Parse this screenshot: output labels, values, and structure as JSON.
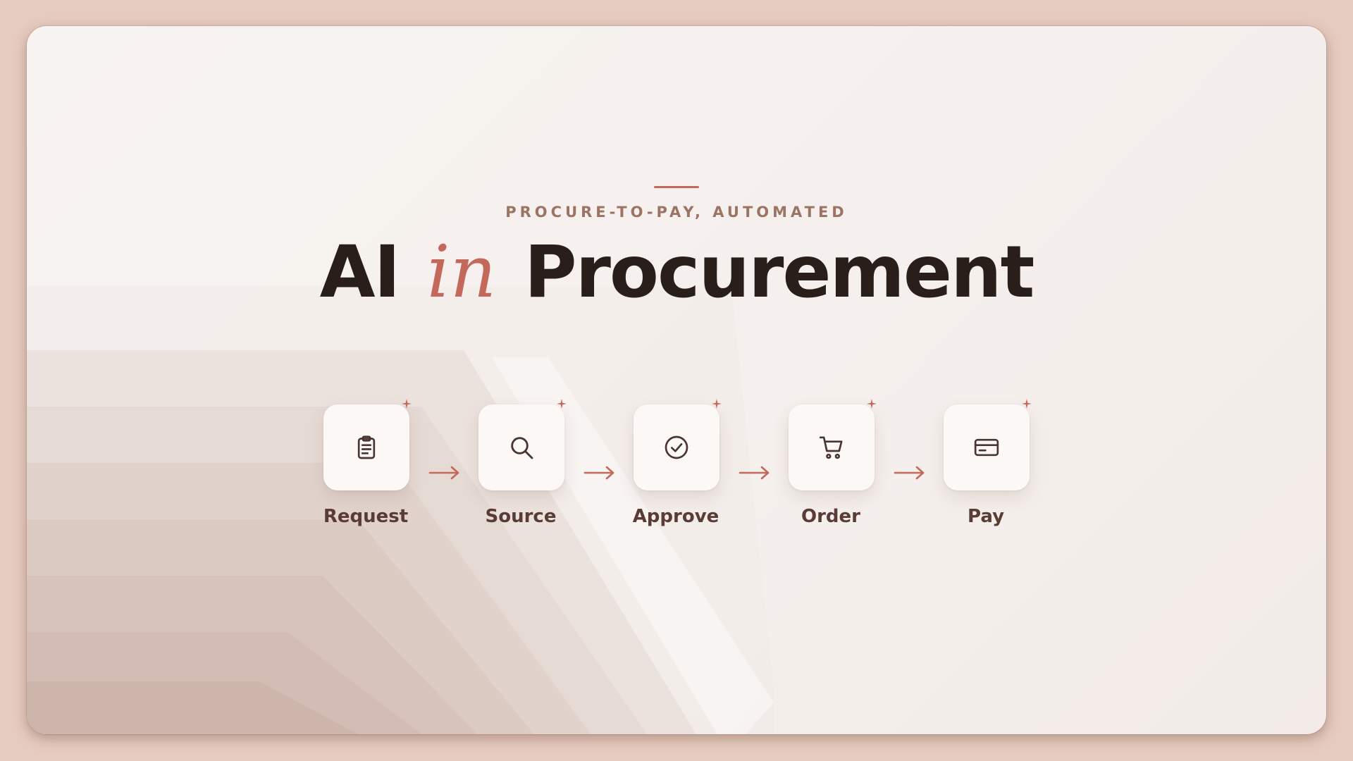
{
  "slide": {
    "eyebrow": "PROCURE-TO-PAY, AUTOMATED",
    "title_part1": "AI",
    "title_accent": "in",
    "title_part2": "Procurement"
  },
  "flow": {
    "steps": [
      {
        "label": "Request",
        "icon": "clipboard-icon"
      },
      {
        "label": "Source",
        "icon": "search-icon"
      },
      {
        "label": "Approve",
        "icon": "check-circle-icon"
      },
      {
        "label": "Order",
        "icon": "cart-icon"
      },
      {
        "label": "Pay",
        "icon": "credit-card-icon"
      }
    ],
    "arrow_icon": "arrow-right-icon",
    "sparkle_icon": "sparkle-icon"
  },
  "colors": {
    "background": "#e6cbbf",
    "card": "#f7f3f0",
    "accent": "#c3685a",
    "title": "#2a1e1b",
    "eyebrow": "#9c7464",
    "label": "#5a3b35",
    "icon_stroke": "#4a3530"
  }
}
